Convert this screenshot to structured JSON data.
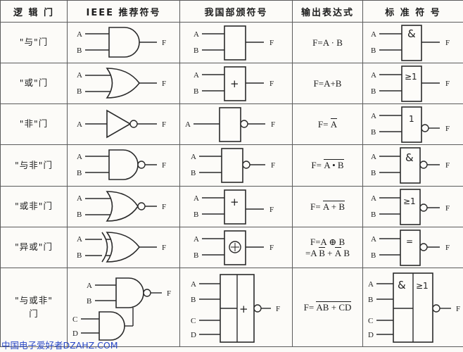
{
  "table": {
    "headers": [
      "逻 辑 门",
      "IEEE 推荐符号",
      "我国部颁符号",
      "输出表达式",
      "标 准 符 号"
    ],
    "rows": [
      {
        "gate": "\"与\"门",
        "gate_en": "AND",
        "expression_plain": "F=A · B",
        "expr_parts": {
          "lhs": "F=",
          "body": "A · B",
          "overbar": ""
        },
        "ieee_symbol": "and-gate-distinctive",
        "china_symbol": "rect-blank",
        "china_glyph": "",
        "standard_glyph": "&",
        "standard_bubble": false,
        "inputs": [
          "A",
          "B"
        ],
        "output": "F"
      },
      {
        "gate": "\"或\"门",
        "gate_en": "OR",
        "expression_plain": "F=A+B",
        "expr_parts": {
          "lhs": "F=",
          "body": "A+B",
          "overbar": ""
        },
        "ieee_symbol": "or-gate-distinctive",
        "china_symbol": "rect-plus",
        "china_glyph": "+",
        "standard_glyph": "≥1",
        "standard_bubble": false,
        "inputs": [
          "A",
          "B"
        ],
        "output": "F"
      },
      {
        "gate": "\"非\"门",
        "gate_en": "NOT",
        "expression_plain": "F= Ā",
        "expr_parts": {
          "lhs": "F= ",
          "body": "",
          "overbar": "A"
        },
        "ieee_symbol": "not-gate-triangle",
        "china_symbol": "rect-blank-bubble",
        "china_glyph": "",
        "standard_glyph": "1",
        "standard_bubble": true,
        "inputs": [
          "A"
        ],
        "output": "F"
      },
      {
        "gate": "\"与非\"门",
        "gate_en": "NAND",
        "expression_plain": "F= A • B (overbar)",
        "expr_parts": {
          "lhs": "F= ",
          "body": "",
          "overbar": "A • B"
        },
        "ieee_symbol": "nand-gate-distinctive",
        "china_symbol": "rect-blank-bubble",
        "china_glyph": "",
        "standard_glyph": "&",
        "standard_bubble": true,
        "inputs": [
          "A",
          "B"
        ],
        "output": "F"
      },
      {
        "gate": "\"或非\"门",
        "gate_en": "NOR",
        "expression_plain": "F= A + B (overbar)",
        "expr_parts": {
          "lhs": "F= ",
          "body": "",
          "overbar": "A + B"
        },
        "ieee_symbol": "nor-gate-distinctive",
        "china_symbol": "rect-plus",
        "china_glyph": "+",
        "standard_glyph": "≥1",
        "standard_bubble": true,
        "inputs": [
          "A",
          "B"
        ],
        "output": "F"
      },
      {
        "gate": "\"异或\"门",
        "gate_en": "XOR",
        "expression_plain": "F=A ⊕ B = A B̄ + Ā B",
        "expr_parts": {
          "lhs": "F=A ⊕ B",
          "line2_prefix": "=A ",
          "line2_ob1": "B",
          "line2_mid": " + ",
          "line2_ob2": "A",
          "line2_suffix": " B"
        },
        "ieee_symbol": "xor-gate-distinctive",
        "china_symbol": "rect-oplus",
        "china_glyph": "⊕",
        "standard_glyph": "=",
        "standard_bubble": true,
        "inputs": [
          "A",
          "B"
        ],
        "output": "F"
      },
      {
        "gate_line1": "\"与或非\"",
        "gate_line2": "门",
        "gate": "\"与或非\"门",
        "gate_en": "AND-OR-INVERT",
        "expression_plain": "F= AB + CD (overbar)",
        "expr_parts": {
          "lhs": "F= ",
          "body": "",
          "overbar": "AB + CD"
        },
        "ieee_symbol": "aoi-two-and-into-nand",
        "china_symbol": "rect-split-plus-bubble",
        "china_glyph": "+",
        "standard_glyph_left": "&",
        "standard_glyph_right": "≥1",
        "standard_bubble": true,
        "inputs": [
          "A",
          "B",
          "C",
          "D"
        ],
        "output": "F"
      }
    ]
  },
  "watermark": {
    "text": "中国电子爱好者DZAHZ.COM",
    "color": "#2747c7"
  },
  "colors": {
    "page_background": "#fbfaf7",
    "cell_background": "#fcfbf8",
    "border": "#5b5b5b",
    "ink": "#2a2a2a",
    "watermark": "#2747c7"
  }
}
